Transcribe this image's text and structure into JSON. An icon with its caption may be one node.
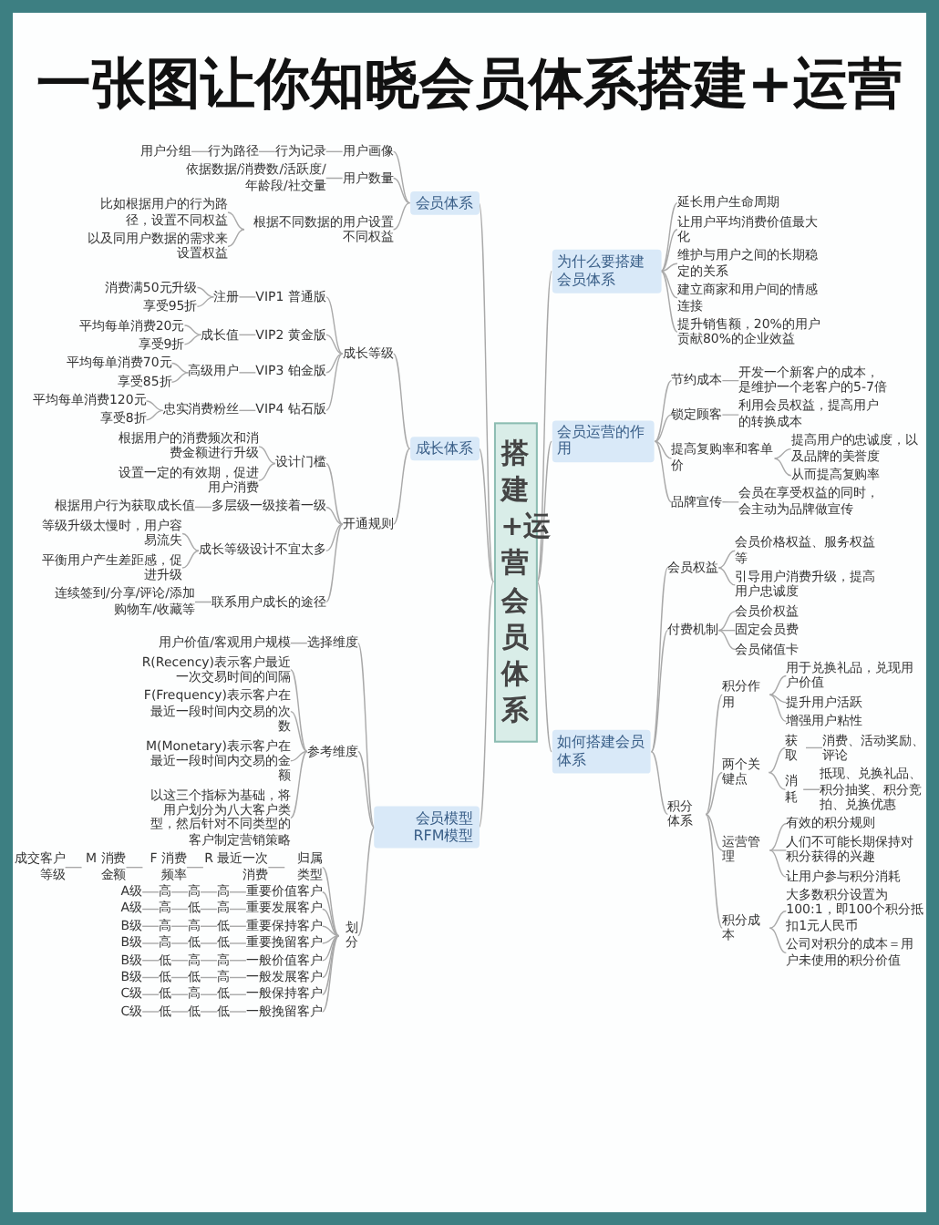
{
  "diagram": {
    "title": "一张图让你知晓会员体系搭建+运营",
    "nodes": [
      {
        "text": [
          "搭建+运营会员体系"
        ]
      },
      {
        "text": [
          "为什么要搭建会员体系"
        ]
      },
      {
        "text": [
          "延长用户生命周期"
        ]
      },
      {
        "text": [
          "让用户平均消费价值最大化"
        ]
      },
      {
        "text": [
          "维护与用户之间的长期稳定的关系"
        ]
      },
      {
        "text": [
          "建立商家和用户间的情感连接"
        ]
      },
      {
        "text": [
          "提升销售额，20%的用户贡献80%的企业效益"
        ]
      },
      {
        "text": [
          "会员运营的作用"
        ]
      },
      {
        "text": [
          "节约成本"
        ]
      },
      {
        "text": [
          "开发一个新客户的成本，是维护一个老客户的5-7倍"
        ]
      },
      {
        "text": [
          "锁定顾客"
        ]
      },
      {
        "text": [
          "利用会员权益，提高用户的转换成本"
        ]
      },
      {
        "text": [
          "提高复购率和客单价"
        ]
      },
      {
        "text": [
          "提高用户的忠诚度，以及品牌的美誉度"
        ]
      },
      {
        "text": [
          "从而提高复购率"
        ]
      },
      {
        "text": [
          "品牌宣传"
        ]
      },
      {
        "text": [
          "会员在享受权益的同时，会主动为品牌做宣传"
        ]
      },
      {
        "text": [
          "如何搭建会员体系"
        ]
      },
      {
        "text": [
          "会员权益"
        ]
      },
      {
        "text": [
          "会员价格权益、服务权益等"
        ]
      },
      {
        "text": [
          "引导用户消费升级，提高用户忠诚度"
        ]
      },
      {
        "text": [
          "付费机制"
        ]
      },
      {
        "text": [
          "会员价权益"
        ]
      },
      {
        "text": [
          "固定会员费"
        ]
      },
      {
        "text": [
          "会员储值卡"
        ]
      },
      {
        "text": [
          "积分体系"
        ]
      },
      {
        "text": [
          "积分作用"
        ]
      },
      {
        "text": [
          "用于兑换礼品，兑现用户价值"
        ]
      },
      {
        "text": [
          "提升用户活跃"
        ]
      },
      {
        "text": [
          "增强用户粘性"
        ]
      },
      {
        "text": [
          "两个关键点"
        ]
      },
      {
        "text": [
          "获取"
        ]
      },
      {
        "text": [
          "消费、活动奖励、评论"
        ]
      },
      {
        "text": [
          "消耗"
        ]
      },
      {
        "text": [
          "抵现、兑换礼品、积分抽奖、积分竞拍、兑换优惠"
        ]
      },
      {
        "text": [
          "运营管理"
        ]
      },
      {
        "text": [
          "有效的积分规则"
        ]
      },
      {
        "text": [
          "人们不可能长期保持对积分获得的兴趣"
        ]
      },
      {
        "text": [
          "让用户参与积分消耗"
        ]
      },
      {
        "text": [
          "积分成本"
        ]
      },
      {
        "text": [
          "大多数积分设置为100:1，即100个积分抵扣1元人民币"
        ]
      },
      {
        "text": [
          "公司对积分的成本＝用户未使用的积分价值"
        ]
      },
      {
        "text": [
          "会员体系"
        ]
      },
      {
        "text": [
          "用户画像"
        ]
      },
      {
        "text": [
          "行为记录"
        ]
      },
      {
        "text": [
          "行为路径"
        ]
      },
      {
        "text": [
          "用户分组"
        ]
      },
      {
        "text": [
          "用户数量"
        ]
      },
      {
        "text": [
          "依据数据/消费数/活跃度/年龄段/社交量"
        ]
      },
      {
        "text": [
          "根据不同数据的用户设置不同权益"
        ]
      },
      {
        "text": [
          "比如根据用户的行为路径，设置不同权益"
        ]
      },
      {
        "text": [
          "以及同用户数据的需求来设置权益"
        ]
      },
      {
        "text": [
          "成长体系"
        ]
      },
      {
        "text": [
          "成长等级"
        ]
      },
      {
        "text": [
          "VIP1 普通版"
        ]
      },
      {
        "text": [
          "注册"
        ]
      },
      {
        "text": [
          "消费满50元升级"
        ]
      },
      {
        "text": [
          "享受95折"
        ]
      },
      {
        "text": [
          "VIP2 黄金版"
        ]
      },
      {
        "text": [
          "成长值"
        ]
      },
      {
        "text": [
          "平均每单消费20元"
        ]
      },
      {
        "text": [
          "享受9折"
        ]
      },
      {
        "text": [
          "VIP3 铂金版"
        ]
      },
      {
        "text": [
          "高级用户"
        ]
      },
      {
        "text": [
          "平均每单消费70元"
        ]
      },
      {
        "text": [
          "享受85折"
        ]
      },
      {
        "text": [
          "VIP4 钻石版"
        ]
      },
      {
        "text": [
          "忠实消费粉丝"
        ]
      },
      {
        "text": [
          "平均每单消费120元"
        ]
      },
      {
        "text": [
          "享受8折"
        ]
      },
      {
        "text": [
          "开通规则"
        ]
      },
      {
        "text": [
          "设计门槛"
        ]
      },
      {
        "text": [
          "根据用户的消费频次和消费金额进行升级"
        ]
      },
      {
        "text": [
          "设置一定的有效期，促进用户消费"
        ]
      },
      {
        "text": [
          "多层级一级接着一级"
        ]
      },
      {
        "text": [
          "根据用户行为获取成长值"
        ]
      },
      {
        "text": [
          "成长等级设计不宜太多"
        ]
      },
      {
        "text": [
          "等级升级太慢时，用户容易流失"
        ]
      },
      {
        "text": [
          "平衡用户产生差距感，促进升级"
        ]
      },
      {
        "text": [
          "联系用户成长的途径"
        ]
      },
      {
        "text": [
          "连续签到/分享/评论/添加购物车/收藏等"
        ]
      },
      {
        "text": [
          "会员模型 RFM模型"
        ]
      },
      {
        "text": [
          "选择维度"
        ]
      },
      {
        "text": [
          "用户价值/客观用户规模"
        ]
      },
      {
        "text": [
          "参考维度"
        ]
      },
      {
        "text": [
          "R(Recency)表示客户最近一次交易时间的间隔"
        ]
      },
      {
        "text": [
          "F(Frequency)表示客户在最近一段时间内交易的次数"
        ]
      },
      {
        "text": [
          "M(Monetary)表示客户在最近一段时间内交易的金额"
        ]
      },
      {
        "text": [
          "以这三个指标为基础，将用户划分为八大客户类型，然后针对不同类型的客户制定营销策略"
        ]
      },
      {
        "text": [
          "划分"
        ]
      },
      {
        "text": [
          "归属类型"
        ]
      },
      {
        "text": [
          "R 最近一次消费"
        ]
      },
      {
        "text": [
          "F 消费频率"
        ]
      },
      {
        "text": [
          "M 消费金额"
        ]
      },
      {
        "text": [
          "成交客户等级"
        ]
      },
      {
        "text": [
          "重要价值客户"
        ]
      },
      {
        "text": [
          "高"
        ]
      },
      {
        "text": [
          "高"
        ]
      },
      {
        "text": [
          "高"
        ]
      },
      {
        "text": [
          "A级"
        ]
      },
      {
        "text": [
          "重要发展客户"
        ]
      },
      {
        "text": [
          "高"
        ]
      },
      {
        "text": [
          "低"
        ]
      },
      {
        "text": [
          "高"
        ]
      },
      {
        "text": [
          "A级"
        ]
      },
      {
        "text": [
          "重要保持客户"
        ]
      },
      {
        "text": [
          "低"
        ]
      },
      {
        "text": [
          "高"
        ]
      },
      {
        "text": [
          "高"
        ]
      },
      {
        "text": [
          "B级"
        ]
      },
      {
        "text": [
          "重要挽留客户"
        ]
      },
      {
        "text": [
          "低"
        ]
      },
      {
        "text": [
          "低"
        ]
      },
      {
        "text": [
          "高"
        ]
      },
      {
        "text": [
          "B级"
        ]
      },
      {
        "text": [
          "一般价值客户"
        ]
      },
      {
        "text": [
          "高"
        ]
      },
      {
        "text": [
          "高"
        ]
      },
      {
        "text": [
          "低"
        ]
      },
      {
        "text": [
          "B级"
        ]
      },
      {
        "text": [
          "一般发展客户"
        ]
      },
      {
        "text": [
          "高"
        ]
      },
      {
        "text": [
          "低"
        ]
      },
      {
        "text": [
          "低"
        ]
      },
      {
        "text": [
          "B级"
        ]
      },
      {
        "text": [
          "一般保持客户"
        ]
      },
      {
        "text": [
          "低"
        ]
      },
      {
        "text": [
          "高"
        ]
      },
      {
        "text": [
          "低"
        ]
      },
      {
        "text": [
          "C级"
        ]
      },
      {
        "text": [
          "一般挽留客户"
        ]
      },
      {
        "text": [
          "低"
        ]
      },
      {
        "text": [
          "低"
        ]
      },
      {
        "text": [
          "低"
        ]
      },
      {
        "text": [
          "C级"
        ]
      }
    ],
    "edges": [
      {
        "from": 0,
        "to": 1,
        "arrow": "none"
      },
      {
        "from": 0,
        "to": 7,
        "arrow": "none"
      },
      {
        "from": 0,
        "to": 17,
        "arrow": "none"
      },
      {
        "from": 0,
        "to": 42,
        "arrow": "none"
      },
      {
        "from": 0,
        "to": 52,
        "arrow": "none"
      },
      {
        "from": 0,
        "to": 81,
        "arrow": "none"
      },
      {
        "from": 1,
        "to": 2,
        "arrow": "none"
      },
      {
        "from": 1,
        "to": 3,
        "arrow": "none"
      },
      {
        "from": 1,
        "to": 4,
        "arrow": "none"
      },
      {
        "from": 1,
        "to": 5,
        "arrow": "none"
      },
      {
        "from": 1,
        "to": 6,
        "arrow": "none"
      },
      {
        "from": 7,
        "to": 8,
        "arrow": "none"
      },
      {
        "from": 8,
        "to": 9,
        "arrow": "none"
      },
      {
        "from": 7,
        "to": 10,
        "arrow": "none"
      },
      {
        "from": 10,
        "to": 11,
        "arrow": "none"
      },
      {
        "from": 7,
        "to": 12,
        "arrow": "none"
      },
      {
        "from": 12,
        "to": 13,
        "arrow": "none"
      },
      {
        "from": 12,
        "to": 14,
        "arrow": "none"
      },
      {
        "from": 7,
        "to": 15,
        "arrow": "none"
      },
      {
        "from": 15,
        "to": 16,
        "arrow": "none"
      },
      {
        "from": 17,
        "to": 18,
        "arrow": "none"
      },
      {
        "from": 18,
        "to": 19,
        "arrow": "none"
      },
      {
        "from": 18,
        "to": 20,
        "arrow": "none"
      },
      {
        "from": 17,
        "to": 21,
        "arrow": "none"
      },
      {
        "from": 21,
        "to": 22,
        "arrow": "none"
      },
      {
        "from": 21,
        "to": 23,
        "arrow": "none"
      },
      {
        "from": 21,
        "to": 24,
        "arrow": "none"
      },
      {
        "from": 17,
        "to": 25,
        "arrow": "none"
      },
      {
        "from": 25,
        "to": 26,
        "arrow": "none"
      },
      {
        "from": 26,
        "to": 27,
        "arrow": "none"
      },
      {
        "from": 26,
        "to": 28,
        "arrow": "none"
      },
      {
        "from": 26,
        "to": 29,
        "arrow": "none"
      },
      {
        "from": 25,
        "to": 30,
        "arrow": "none"
      },
      {
        "from": 30,
        "to": 31,
        "arrow": "none"
      },
      {
        "from": 31,
        "to": 32,
        "arrow": "none"
      },
      {
        "from": 30,
        "to": 33,
        "arrow": "none"
      },
      {
        "from": 33,
        "to": 34,
        "arrow": "none"
      },
      {
        "from": 25,
        "to": 35,
        "arrow": "none"
      },
      {
        "from": 35,
        "to": 36,
        "arrow": "none"
      },
      {
        "from": 35,
        "to": 37,
        "arrow": "none"
      },
      {
        "from": 35,
        "to": 38,
        "arrow": "none"
      },
      {
        "from": 25,
        "to": 39,
        "arrow": "none"
      },
      {
        "from": 39,
        "to": 40,
        "arrow": "none"
      },
      {
        "from": 39,
        "to": 41,
        "arrow": "none"
      },
      {
        "from": 42,
        "to": 43,
        "arrow": "none"
      },
      {
        "from": 43,
        "to": 44,
        "arrow": "none"
      },
      {
        "from": 44,
        "to": 45,
        "arrow": "none"
      },
      {
        "from": 45,
        "to": 46,
        "arrow": "none"
      },
      {
        "from": 42,
        "to": 47,
        "arrow": "none"
      },
      {
        "from": 47,
        "to": 48,
        "arrow": "none"
      },
      {
        "from": 42,
        "to": 49,
        "arrow": "none"
      },
      {
        "from": 49,
        "to": 50,
        "arrow": "none"
      },
      {
        "from": 49,
        "to": 51,
        "arrow": "none"
      },
      {
        "from": 52,
        "to": 53,
        "arrow": "none"
      },
      {
        "from": 53,
        "to": 54,
        "arrow": "none"
      },
      {
        "from": 54,
        "to": 55,
        "arrow": "none"
      },
      {
        "from": 55,
        "to": 56,
        "arrow": "none"
      },
      {
        "from": 55,
        "to": 57,
        "arrow": "none"
      },
      {
        "from": 53,
        "to": 58,
        "arrow": "none"
      },
      {
        "from": 58,
        "to": 59,
        "arrow": "none"
      },
      {
        "from": 59,
        "to": 60,
        "arrow": "none"
      },
      {
        "from": 59,
        "to": 61,
        "arrow": "none"
      },
      {
        "from": 53,
        "to": 62,
        "arrow": "none"
      },
      {
        "from": 62,
        "to": 63,
        "arrow": "none"
      },
      {
        "from": 63,
        "to": 64,
        "arrow": "none"
      },
      {
        "from": 63,
        "to": 65,
        "arrow": "none"
      },
      {
        "from": 53,
        "to": 66,
        "arrow": "none"
      },
      {
        "from": 66,
        "to": 67,
        "arrow": "none"
      },
      {
        "from": 67,
        "to": 68,
        "arrow": "none"
      },
      {
        "from": 67,
        "to": 69,
        "arrow": "none"
      },
      {
        "from": 52,
        "to": 70,
        "arrow": "none"
      },
      {
        "from": 70,
        "to": 71,
        "arrow": "none"
      },
      {
        "from": 71,
        "to": 72,
        "arrow": "none"
      },
      {
        "from": 71,
        "to": 73,
        "arrow": "none"
      },
      {
        "from": 70,
        "to": 74,
        "arrow": "none"
      },
      {
        "from": 74,
        "to": 75,
        "arrow": "none"
      },
      {
        "from": 70,
        "to": 76,
        "arrow": "none"
      },
      {
        "from": 76,
        "to": 77,
        "arrow": "none"
      },
      {
        "from": 76,
        "to": 78,
        "arrow": "none"
      },
      {
        "from": 70,
        "to": 79,
        "arrow": "none"
      },
      {
        "from": 79,
        "to": 80,
        "arrow": "none"
      },
      {
        "from": 81,
        "to": 82,
        "arrow": "none"
      },
      {
        "from": 82,
        "to": 83,
        "arrow": "none"
      },
      {
        "from": 81,
        "to": 84,
        "arrow": "none"
      },
      {
        "from": 84,
        "to": 85,
        "arrow": "none"
      },
      {
        "from": 84,
        "to": 86,
        "arrow": "none"
      },
      {
        "from": 84,
        "to": 87,
        "arrow": "none"
      },
      {
        "from": 84,
        "to": 88,
        "arrow": "none"
      },
      {
        "from": 81,
        "to": 89,
        "arrow": "none"
      },
      {
        "from": 89,
        "to": 90,
        "arrow": "none"
      },
      {
        "from": 90,
        "to": 91,
        "arrow": "none"
      },
      {
        "from": 91,
        "to": 92,
        "arrow": "none"
      },
      {
        "from": 92,
        "to": 93,
        "arrow": "none"
      },
      {
        "from": 93,
        "to": 94,
        "arrow": "none"
      },
      {
        "from": 89,
        "to": 95,
        "arrow": "none"
      },
      {
        "from": 95,
        "to": 96,
        "arrow": "none"
      },
      {
        "from": 96,
        "to": 97,
        "arrow": "none"
      },
      {
        "from": 97,
        "to": 98,
        "arrow": "none"
      },
      {
        "from": 98,
        "to": 99,
        "arrow": "none"
      },
      {
        "from": 89,
        "to": 100,
        "arrow": "none"
      },
      {
        "from": 100,
        "to": 101,
        "arrow": "none"
      },
      {
        "from": 101,
        "to": 102,
        "arrow": "none"
      },
      {
        "from": 102,
        "to": 103,
        "arrow": "none"
      },
      {
        "from": 103,
        "to": 104,
        "arrow": "none"
      },
      {
        "from": 89,
        "to": 105,
        "arrow": "none"
      },
      {
        "from": 105,
        "to": 106,
        "arrow": "none"
      },
      {
        "from": 106,
        "to": 107,
        "arrow": "none"
      },
      {
        "from": 107,
        "to": 108,
        "arrow": "none"
      },
      {
        "from": 108,
        "to": 109,
        "arrow": "none"
      },
      {
        "from": 89,
        "to": 110,
        "arrow": "none"
      },
      {
        "from": 110,
        "to": 111,
        "arrow": "none"
      },
      {
        "from": 111,
        "to": 112,
        "arrow": "none"
      },
      {
        "from": 112,
        "to": 113,
        "arrow": "none"
      },
      {
        "from": 113,
        "to": 114,
        "arrow": "none"
      },
      {
        "from": 89,
        "to": 115,
        "arrow": "none"
      },
      {
        "from": 115,
        "to": 116,
        "arrow": "none"
      },
      {
        "from": 116,
        "to": 117,
        "arrow": "none"
      },
      {
        "from": 117,
        "to": 118,
        "arrow": "none"
      },
      {
        "from": 118,
        "to": 119,
        "arrow": "none"
      },
      {
        "from": 89,
        "to": 120,
        "arrow": "none"
      },
      {
        "from": 120,
        "to": 121,
        "arrow": "none"
      },
      {
        "from": 121,
        "to": 122,
        "arrow": "none"
      },
      {
        "from": 122,
        "to": 123,
        "arrow": "none"
      },
      {
        "from": 123,
        "to": 124,
        "arrow": "none"
      },
      {
        "from": 89,
        "to": 125,
        "arrow": "none"
      },
      {
        "from": 125,
        "to": 126,
        "arrow": "none"
      },
      {
        "from": 126,
        "to": 127,
        "arrow": "none"
      },
      {
        "from": 127,
        "to": 128,
        "arrow": "none"
      },
      {
        "from": 128,
        "to": 129,
        "arrow": "none"
      },
      {
        "from": 89,
        "to": 130,
        "arrow": "none"
      },
      {
        "from": 130,
        "to": 131,
        "arrow": "none"
      },
      {
        "from": 131,
        "to": 132,
        "arrow": "none"
      },
      {
        "from": 132,
        "to": 133,
        "arrow": "none"
      },
      {
        "from": 133,
        "to": 134,
        "arrow": "none"
      }
    ]
  }
}
